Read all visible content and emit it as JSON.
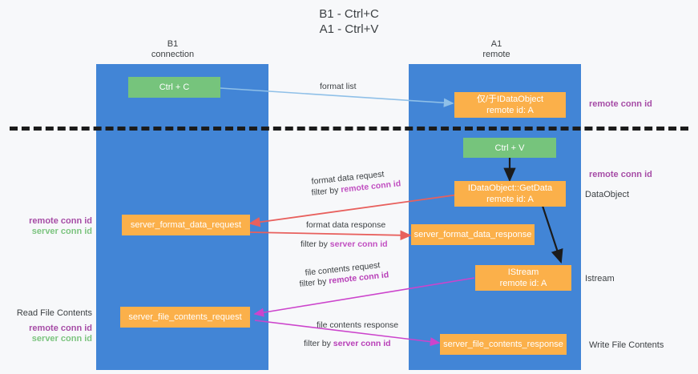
{
  "title": "B1 - Ctrl+C\nA1 - Ctrl+V",
  "columns": [
    {
      "name": "left-column-header",
      "label": "B1\nconnection"
    },
    {
      "name": "right-column-header",
      "label": "A1\nremote"
    }
  ],
  "nodes": [
    {
      "name": "ctrl-c-node",
      "label": "Ctrl + C",
      "color": "green"
    },
    {
      "name": "idataobject-node",
      "label": "仅/于IDataObject\nremote id: A",
      "color": "orange"
    },
    {
      "name": "ctrl-v-node",
      "label": "Ctrl + V",
      "color": "green"
    },
    {
      "name": "idataobject-getdata-node",
      "label": "IDataObject::GetData\nremote id: A",
      "color": "orange"
    },
    {
      "name": "server-format-data-request-node",
      "label": "server_format_data_request",
      "color": "orange"
    },
    {
      "name": "server-format-data-response-node",
      "label": "server_format_data_response",
      "color": "orange"
    },
    {
      "name": "istream-node",
      "label": "IStream\nremote id: A",
      "color": "orange"
    },
    {
      "name": "server-file-contents-request-node",
      "label": "server_file_contents_request",
      "color": "orange"
    },
    {
      "name": "server-file-contents-response-node",
      "label": "server_file_contents_response",
      "color": "orange"
    }
  ],
  "edge_labels": {
    "format_list": "format list",
    "format_data_request": "format data request",
    "format_data_request_filter_prefix": "filter by ",
    "format_data_request_filter_key": "remote conn id",
    "format_data_response": "format data response",
    "format_data_response_filter_prefix": "filter by ",
    "format_data_response_filter_key": "server conn id",
    "file_contents_request": "file contents request",
    "file_contents_request_filter_prefix": "filter by ",
    "file_contents_request_filter_key": "remote conn id",
    "file_contents_response": "file contents response",
    "file_contents_response_filter_prefix": "filter by ",
    "file_contents_response_filter_key": "server conn id"
  },
  "annotations": {
    "right_remote_conn_id_top": "remote conn id",
    "right_remote_conn_id_mid": "remote conn id",
    "right_dataobject": "DataObject",
    "right_istream": "Istream",
    "right_write_file_contents": "Write File Contents",
    "left_remote_conn_id": "remote conn id",
    "left_server_conn_id": "server conn id",
    "left_read_file_contents": "Read File Contents",
    "left_remote_conn_id_2": "remote conn id",
    "left_server_conn_id_2": "server conn id"
  },
  "colors": {
    "lane": "#4285d6",
    "green_node": "#76c47c",
    "orange_node": "#fbb04a",
    "purple_text": "#a64ca6",
    "green_text": "#7cc47f",
    "red_arrow": "#e8605d",
    "magenta_arrow": "#cc44cc",
    "blue_arrow": "#8fc0e8",
    "black_arrow": "#1b1b1b",
    "background": "#f7f8fa"
  }
}
